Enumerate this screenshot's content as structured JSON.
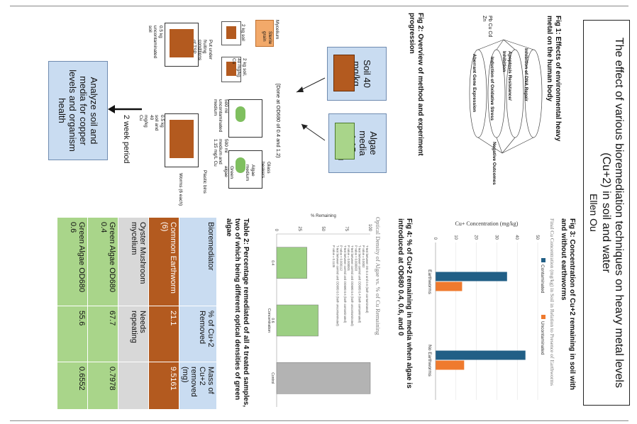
{
  "title": {
    "main": "The effect of various bioremediation techniques on heavy metal levels (Cu+2) in soil and water",
    "author": "Ellen Ou"
  },
  "fig1": {
    "caption": "Fig 1: Effects of environmental heavy metal on the human body",
    "metals": "Pb Cu Cd Zn",
    "effects": [
      "Inhibition of DNA Repair",
      "Apoptosis Resistance/ Inhibition",
      "Induction of Oxidative Stress",
      "Aberrant Gene Expression"
    ],
    "outcome": "Negative Outcomes"
  },
  "fig2": {
    "caption": "Fig 2: Overview of method and experiment progression",
    "soil_card": "Soil 40 mg/kg Cu",
    "algae_card": "Algae media 1.15 mg/L Cu",
    "done_note": "[Done at OD680 of 0.4 and 1.2)",
    "labels": {
      "glass_beakers": "Glass beakers",
      "algae_medium": "Algae medium",
      "green_algae": "Green algae",
      "medium_cu": "500 ml medium and 1.15 mg/L Cu",
      "uncontaminated_medium": "500 ml uncontaminated medium",
      "sterile_grain": "Sterile grain",
      "mycelium": "Mycelium",
      "kg_soil": "2 kg soil",
      "kg_soil_cu": "2 kg soil, 40 mg/kg Cu",
      "incubation": "Put under fruiting conditions of TSP",
      "soil_uncontaminated": "0.5 kg uncontaminated soil",
      "soil_cu": "0.5 kg soil and 40 mg/kg Cu",
      "worms": "Worms (6 each)",
      "plastic_bins": "Plastic bins"
    },
    "period": "2 week period",
    "analyze_card": "Analyze soil and media for copper levels and organism health"
  },
  "fig3": {
    "caption": "Fig 3: Concentration of Cu+2 remaining in soil with and without earthworms",
    "chart_data": {
      "type": "bar",
      "title": "Final Cu Concentration (mg/kg) in Soil in Relation to Presence of Earthworms",
      "ylabel": "Cu+ Concentration (mg/kg)",
      "categories": [
        "Earthworms",
        "No Earthworms"
      ],
      "ylim": [
        0,
        50
      ],
      "yticks": [
        "0",
        "10",
        "20",
        "30",
        "40",
        "50"
      ],
      "series": [
        {
          "name": "Contaminated",
          "values": [
            35,
            44
          ],
          "color": "#215f86"
        },
        {
          "name": "Uncontaminated",
          "values": [
            13,
            14
          ],
          "color": "#ef7a2e"
        }
      ]
    }
  },
  "fig4": {
    "caption": "Fig 4: % of Cu+2 remaining in media when algae is introduced at OD680 0.4, 0.6, and 0",
    "chart_data": {
      "type": "bar",
      "title": "Optical Density of Algae vs. % of Cu Remaining",
      "ylabel": "% Remaining",
      "xlabel": "Concentration",
      "categories": [
        "0.4",
        "0.6",
        "Control"
      ],
      "values": [
        32.3,
        44.4,
        100
      ],
      "ylim": [
        0,
        100
      ],
      "yticks": [
        "0",
        "25",
        "50",
        "75",
        "100"
      ],
      "colors": [
        "#9ccf83",
        "#9ccf83",
        "#b3b3b3"
      ],
      "notes": [
        "T-test between OD 0.4 and 0.6 (both contaminated)",
        "P value = 0.0002",
        "T-test between control and OD680 0.4 (both contaminated)",
        "P value = 0.000003",
        "T-test between control and OD680 0.6 (both uncontaminated)",
        "P value = 0.000001",
        "T-test between control and OD680 0.6 (both contaminated)",
        "P value = 0.000112",
        "T-test between control and OD680 0.6 (both uncontaminated)",
        "P value = 0.1135"
      ]
    }
  },
  "table2": {
    "caption": "Table 2: Percentage remediated of all 4 treated samples, two of which being different optical densities of green algae",
    "headers": [
      "Bioremediator",
      "% of Cu+2 Removed",
      "Mass of Cu+2 removed (mg)"
    ],
    "rows": [
      [
        "Common Earthworm (6)",
        "21.1",
        "9.5161"
      ],
      [
        "Oyster Mushroom mycelium",
        "Needs repeating",
        ""
      ],
      [
        "Green Algae OD680 0.4",
        "67.7",
        "0.7978"
      ],
      [
        "Green Algae OD680 0.6",
        "55.6",
        "0.6552"
      ]
    ]
  }
}
